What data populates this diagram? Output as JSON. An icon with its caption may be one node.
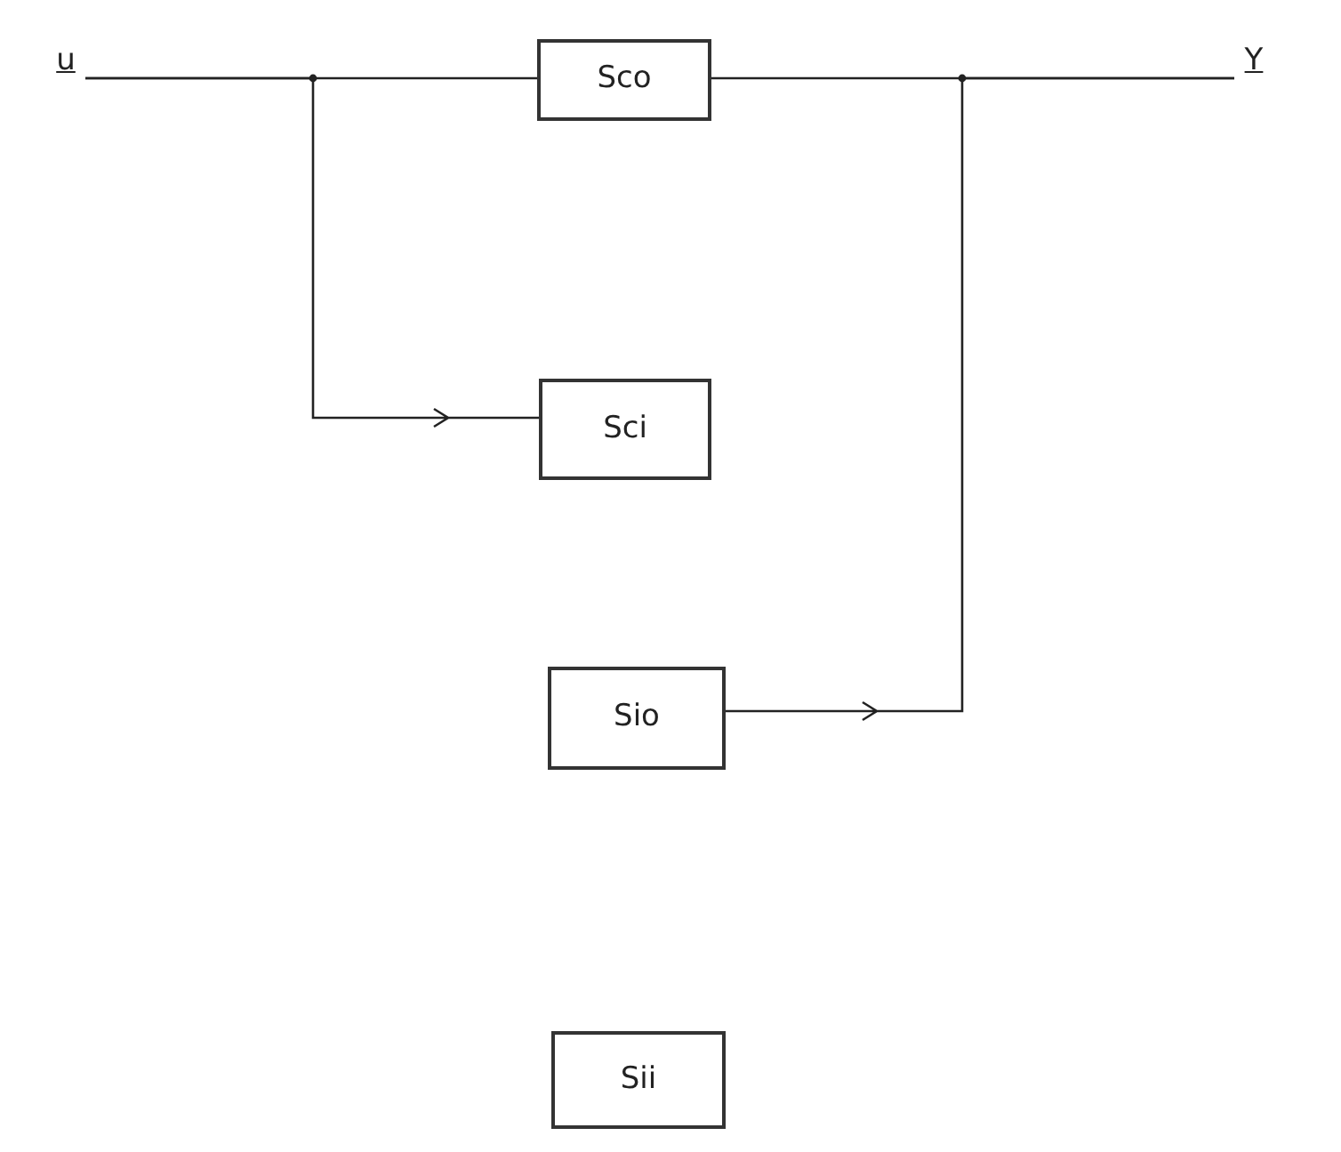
{
  "diagram": {
    "nodes": [
      {
        "text": [
          "u"
        ]
      },
      {
        "text": [
          "Sco"
        ]
      },
      {
        "text": [
          "Sci"
        ]
      },
      {
        "text": [
          "Sio"
        ]
      },
      {
        "text": [
          "Sii"
        ]
      },
      {
        "text": [
          "Y"
        ]
      }
    ],
    "edges": [
      {
        "from": 0,
        "to": 1,
        "arrow": "none"
      },
      {
        "from": 0,
        "to": 2,
        "arrow": "to"
      },
      {
        "from": 1,
        "to": 5,
        "arrow": "none"
      },
      {
        "from": 3,
        "to": 5,
        "arrow": "to"
      }
    ]
  }
}
